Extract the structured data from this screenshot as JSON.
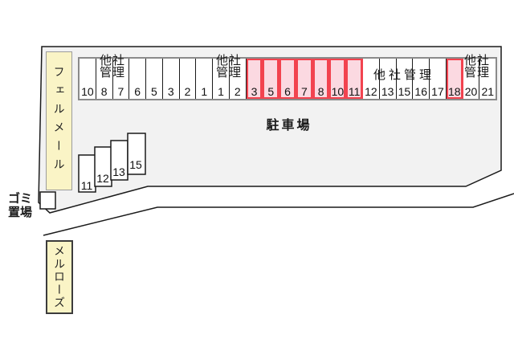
{
  "area": {
    "label": "駐車場"
  },
  "buildings": {
    "left_vertical": "フェルメール",
    "bottom_vertical": "メルローズ"
  },
  "garbage": {
    "line1": "ゴミ",
    "line2": "置場"
  },
  "labels": {
    "other_company_line1": "他社",
    "other_company_line2": "管理",
    "other_company": "他社管理"
  },
  "row": {
    "spots": [
      {
        "no": "10",
        "highlighted": false
      },
      {
        "no": "8",
        "highlighted": false
      },
      {
        "no": "7",
        "highlighted": false
      },
      {
        "no": "6",
        "highlighted": false
      },
      {
        "no": "5",
        "highlighted": false
      },
      {
        "no": "3",
        "highlighted": false
      },
      {
        "no": "2",
        "highlighted": false
      },
      {
        "no": "1",
        "highlighted": false
      },
      {
        "no": "1",
        "highlighted": false
      },
      {
        "no": "2",
        "highlighted": false
      },
      {
        "no": "3",
        "highlighted": true
      },
      {
        "no": "5",
        "highlighted": true
      },
      {
        "no": "6",
        "highlighted": true
      },
      {
        "no": "7",
        "highlighted": true
      },
      {
        "no": "8",
        "highlighted": true
      },
      {
        "no": "10",
        "highlighted": true
      },
      {
        "no": "11",
        "highlighted": true
      },
      {
        "no": "12",
        "highlighted": false
      },
      {
        "no": "13",
        "highlighted": false
      },
      {
        "no": "15",
        "highlighted": false
      },
      {
        "no": "16",
        "highlighted": false
      },
      {
        "no": "17",
        "highlighted": false
      },
      {
        "no": "18",
        "highlighted": true
      },
      {
        "no": "20",
        "highlighted": false
      },
      {
        "no": "21",
        "highlighted": false
      }
    ]
  },
  "stairs": {
    "numbers": [
      "11",
      "12",
      "13",
      "15"
    ]
  },
  "colors": {
    "area_fill": "#f2f2f2",
    "spot_fill": "#ffffff",
    "highlight_fill": "#fbd9e1",
    "highlight_border": "#f2434f",
    "building_fill": "#faf4c6",
    "line": "#1a1a1a"
  }
}
